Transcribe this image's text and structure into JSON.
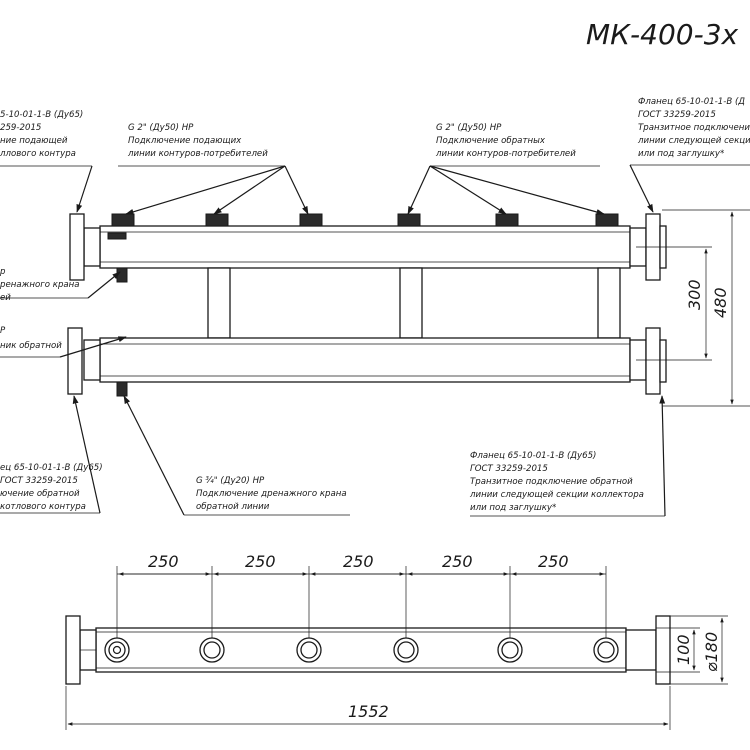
{
  "title": "МК-400-3х",
  "top_view": {
    "callouts": {
      "supply_pipes": {
        "lines": [
          "G 2\" (Ду50) НР",
          "Подключение подающих",
          "линии контуров-потребителей"
        ]
      },
      "return_pipes": {
        "lines": [
          "G 2\" (Ду50) НР",
          "Подключение обратных",
          "линии контуров-потребителей"
        ]
      },
      "flange_left_top": {
        "lines": [
          "5-10-01-1-В (Ду65)",
          "259-2015",
          "ние подающей",
          "ллового контура"
        ]
      },
      "drain_supply": {
        "lines": [
          "р",
          "ренажного крана",
          "ей"
        ]
      },
      "return_left_mid": {
        "lines": [
          "Р",
          "ник обратной"
        ]
      },
      "flange_left_bottom": {
        "lines": [
          "ец 65-10-01-1-В (Ду65)",
          "ГОСТ 33259-2015",
          "ючение обратной",
          "котлового контура"
        ]
      },
      "drain_return": {
        "lines": [
          "G ¾\" (Ду20) НР",
          "Подключение дренажного крана",
          "обратной линии"
        ]
      },
      "flange_right_top": {
        "lines": [
          "Фланец 65-10-01-1-В (Д",
          "ГОСТ 33259-2015",
          "Транзитное подключени",
          "линии следующей секци",
          "или под заглушку*"
        ]
      },
      "flange_right_bottom": {
        "lines": [
          "Фланец 65-10-01-1-В (Ду65)",
          "ГОСТ 33259-2015",
          "Транзитное подключение обратной",
          "линии следующей секции коллектора",
          "или под заглушку*"
        ]
      }
    },
    "dimensions": {
      "pipe_spacing": "300",
      "flange_spacing": "480"
    }
  },
  "bottom_view": {
    "pitch_labels": [
      "250",
      "250",
      "250",
      "250",
      "250"
    ],
    "overall_length": "1552",
    "body_height": "100",
    "flange_diameter": "⌀180"
  }
}
